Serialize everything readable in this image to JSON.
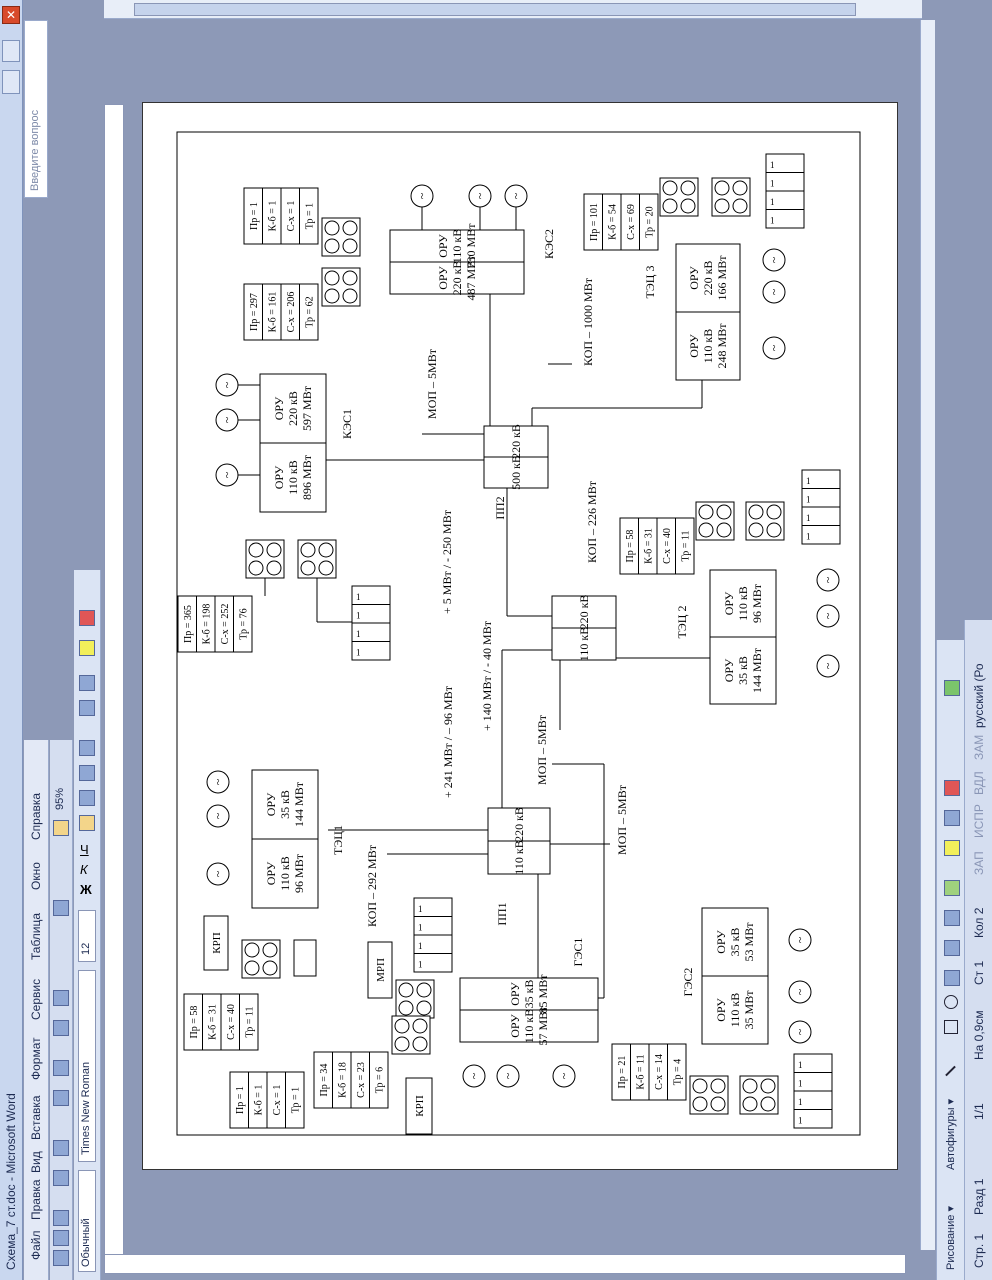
{
  "window": {
    "title": "Схема_7 ст.doc - Microsoft Word",
    "close_glyph": "✕"
  },
  "menu": [
    "Файл",
    "Правка",
    "Вид",
    "Вставка",
    "Формат",
    "Сервис",
    "Таблица",
    "Окно",
    "Справка"
  ],
  "ask_placeholder": "Введите вопрос",
  "formatting": {
    "style": "Обычный",
    "font": "Times New Roman",
    "size": "12",
    "zoom": "95%"
  },
  "drawing_toolbar": {
    "draw_label": "Рисование ▾",
    "autoshapes_label": "Автофигуры ▾"
  },
  "status": {
    "page": "Стр. 1",
    "section": "Разд 1",
    "pages": "1/1",
    "at": "На 0,9см",
    "line": "Ст 1",
    "col": "Кол 2",
    "rec": "ЗАП",
    "trk": "ИСПР",
    "ext": "ВДЛ",
    "ovr": "ЗАМ",
    "lang": "русский (Ро"
  },
  "diagram": {
    "stations": {
      "kes1": {
        "name": "КЭС1",
        "oru1": [
          "ОРУ",
          "220 кВ",
          "597 МВт"
        ],
        "oru2": [
          "ОРУ",
          "110 кВ",
          "896 МВт"
        ]
      },
      "kes2": {
        "name": "КЭС2",
        "oru1": [
          "ОРУ",
          "110 кВ",
          "730 МВт"
        ],
        "oru2": [
          "ОРУ",
          "220 кВ",
          "487 МВт"
        ]
      },
      "tec1": {
        "name": "ТЭЦ1",
        "oru1": [
          "ОРУ",
          "35 кВ",
          "144 МВт"
        ],
        "oru2": [
          "ОРУ",
          "110 кВ",
          "96 МВт"
        ]
      },
      "tec2": {
        "name": "ТЭЦ 2",
        "oru1": [
          "ОРУ",
          "110 кВ",
          "96 МВт"
        ],
        "oru2": [
          "ОРУ",
          "35 кВ",
          "144 МВт"
        ]
      },
      "tec3": {
        "name": "ТЭЦ 3",
        "oru1": [
          "ОРУ",
          "220 кВ",
          "166 МВт"
        ],
        "oru2": [
          "ОРУ",
          "110 кВ",
          "248 МВт"
        ]
      },
      "ges1": {
        "name": "ГЭС1",
        "oru1": [
          "ОРУ",
          "35 кВ",
          "85 МВт"
        ],
        "oru2": [
          "ОРУ",
          "110 кВ",
          "57 МВт"
        ]
      },
      "ges2": {
        "name": "ГЭС2",
        "oru1": [
          "ОРУ",
          "35 кВ",
          "53 МВт"
        ],
        "oru2": [
          "ОРУ",
          "110 кВ",
          "35 МВт"
        ]
      }
    },
    "substations": {
      "ps500": [
        "220 кВ",
        "500 кВ"
      ],
      "ps_pp2": [
        "220 кВ",
        "110 кВ"
      ],
      "ps_pp1": [
        "220 кВ",
        "110 кВ"
      ]
    },
    "labels": {
      "pp1": "ПП1",
      "pp2": "ПП2",
      "kop1000": "КОП – 1000 МВт",
      "kop226": "КОП – 226 МВт",
      "kop292": "КОП – 292 МВт",
      "mop5a": "МОП – 5МВт",
      "mop5b": "МОП – 5МВт",
      "mop5c": "МОП – 5МВт",
      "flow1": "+ 5 МВт / - 250 МВт",
      "flow2": "+ 140 МВт / - 40 МВт",
      "flow3": "+ 241 МВт / – 96 МВт",
      "krp": "КРП",
      "mrp": "МРП"
    },
    "loads": {
      "kes1": [
        "Пр = 365",
        "К-б = 198",
        "С-х = 252",
        "Тр = 76"
      ],
      "kes2a": [
        "Пр = 297",
        "К-б = 161",
        "С-х = 206",
        "Тр = 62"
      ],
      "kes2b": [
        "Пр = 1",
        "К-б = 1",
        "С-х = 1",
        "Тр = 1"
      ],
      "tec1a": [
        "Пр = 58",
        "К-б = 31",
        "С-х = 40",
        "Тр = 11"
      ],
      "tec1b": [
        "Пр = 1",
        "К-б = 1",
        "С-х = 1",
        "Тр = 1"
      ],
      "tec2": [
        "Пр = 58",
        "К-б = 31",
        "С-х = 40",
        "Тр = 11"
      ],
      "tec3": [
        "Пр = 101",
        "К-б = 54",
        "С-х = 69",
        "Тр = 20"
      ],
      "ges1": [
        "Пр = 34",
        "К-б = 18",
        "С-х = 23",
        "Тр = 6"
      ],
      "ges2": [
        "Пр = 21",
        "К-б = 11",
        "С-х = 14",
        "Тр = 4"
      ],
      "ones": [
        "Пр = 1",
        "К-б = 1",
        "С-х = 1",
        "Тр = 1"
      ]
    }
  }
}
